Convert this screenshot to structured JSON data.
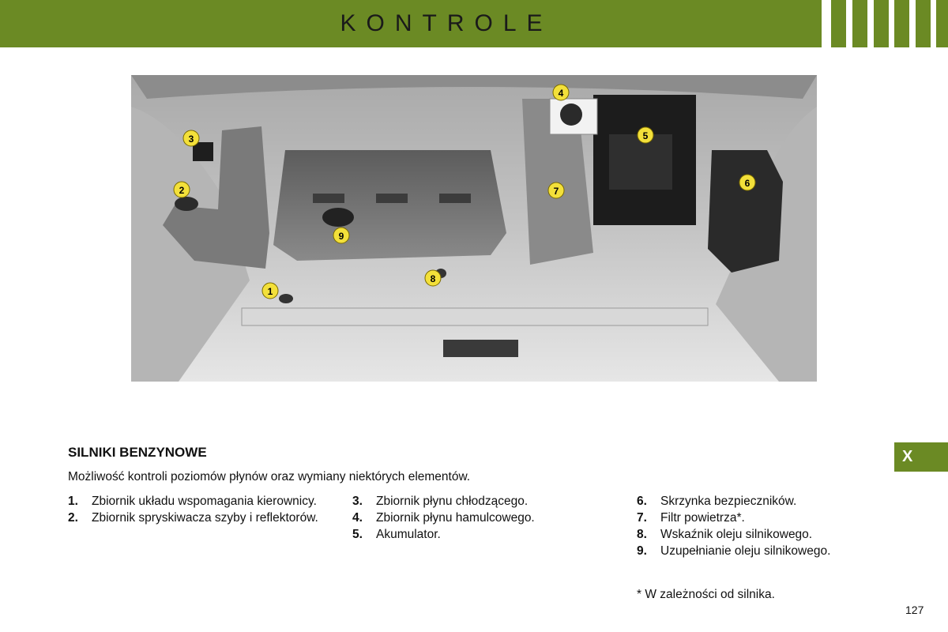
{
  "header": {
    "title": "KONTROLE"
  },
  "tab": {
    "label": "X"
  },
  "section": {
    "title": "SILNIKI BENZYNOWE",
    "intro": "Możliwość kontroli poziomów płynów oraz wymiany niektórych elementów."
  },
  "items_col1": [
    {
      "num": "1.",
      "text": "Zbiornik układu wspomagania kierownicy."
    },
    {
      "num": "2.",
      "text": "Zbiornik spryskiwacza szyby i reflektorów."
    }
  ],
  "items_col2": [
    {
      "num": "3.",
      "text": "Zbiornik płynu chłodzącego."
    },
    {
      "num": "4.",
      "text": "Zbiornik płynu hamulcowego."
    },
    {
      "num": "5.",
      "text": "Akumulator."
    }
  ],
  "items_col3": [
    {
      "num": "6.",
      "text": "Skrzynka bezpieczników."
    },
    {
      "num": "7.",
      "text": "Filtr powietrza*."
    },
    {
      "num": "8.",
      "text": "Wskaźnik oleju silnikowego."
    },
    {
      "num": "9.",
      "text": "Uzupełnianie oleju silnikowego."
    }
  ],
  "footnote": "* W zależności od silnika.",
  "page_number": "127",
  "photo_markers": [
    "1",
    "2",
    "3",
    "4",
    "5",
    "6",
    "7",
    "8",
    "9"
  ],
  "colors": {
    "accent": "#6b8a24",
    "marker": "#f3e03a"
  }
}
